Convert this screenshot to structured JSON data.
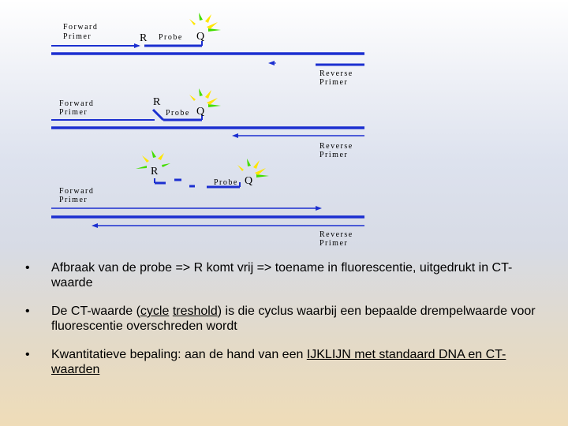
{
  "diagram": {
    "panel1": {
      "forward_line1": "Forward",
      "forward_line2": "Primer",
      "reporter": "R",
      "probe": "Probe",
      "quencher": "Q",
      "reverse_line1": "Reverse",
      "reverse_line2": "Primer"
    },
    "panel2": {
      "forward_line1": "Forward",
      "forward_line2": "Primer",
      "reporter": "R",
      "probe": "Probe",
      "quencher": "Q",
      "reverse_line1": "Reverse",
      "reverse_line2": "Primer"
    },
    "panel3": {
      "reporter": "R",
      "probe": "Probe",
      "quencher": "Q",
      "forward_line1": "Forward",
      "forward_line2": "Primer",
      "reverse_line1": "Reverse",
      "reverse_line2": "Primer"
    },
    "colors": {
      "strand": "#1c2fd0",
      "fluorescence_yellow": "#ffe600",
      "fluorescence_green": "#44dd00"
    }
  },
  "bullets": [
    {
      "text": "Afbraak van de probe => R komt vrij => toename in fluorescentie, uitgedrukt in CT-waarde"
    },
    {
      "text_pre": "De CT-waarde (",
      "text_link1": "cycle",
      "text_mid": " ",
      "text_link2": "treshold",
      "text_post": ") is die cyclus waarbij een bepaalde drempelwaarde voor fluorescentie overschreden wordt"
    },
    {
      "text_pre": "Kwantitatieve bepaling: aan de hand van een ",
      "text_link": "IJKLIJN met standaard DNA en CT-waarden"
    }
  ],
  "bullet_symbol": "•"
}
